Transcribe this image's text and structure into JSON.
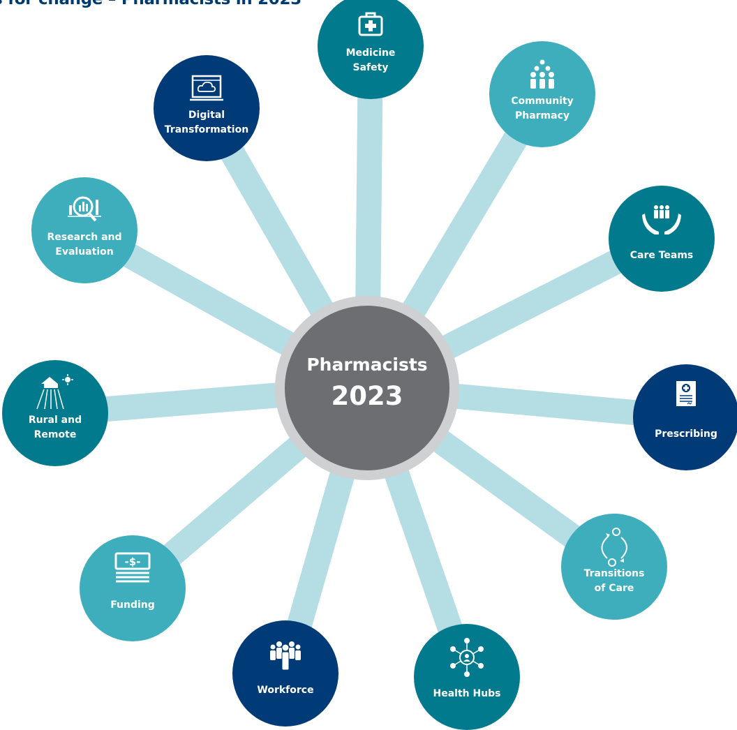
{
  "title": "s for change – Pharmacists in 2023",
  "center": {
    "title": "Pharmacists",
    "year": "2023"
  },
  "colors": {
    "spoke": "#b5dde4",
    "center_fill": "#6d6e71",
    "center_ring": "#cfd0d2",
    "dark_blue": "#003b78",
    "teal": "#007a8c",
    "light_teal": "#3eaebd"
  },
  "nodes": [
    {
      "id": "medicine-safety",
      "lines": [
        "Medicine",
        "Safety"
      ],
      "icon": "first-aid-kit-icon",
      "color": "teal"
    },
    {
      "id": "community-pharmacy",
      "lines": [
        "Community",
        "Pharmacy"
      ],
      "icon": "people-group-icon",
      "color": "light_teal"
    },
    {
      "id": "care-teams",
      "lines": [
        "Care Teams"
      ],
      "icon": "hands-family-icon",
      "color": "teal"
    },
    {
      "id": "prescribing",
      "lines": [
        "Prescribing"
      ],
      "icon": "prescription-icon",
      "color": "dark_blue"
    },
    {
      "id": "transitions-of-care",
      "lines": [
        "Transitions",
        "of Care"
      ],
      "icon": "cycle-arrows-icon",
      "color": "light_teal"
    },
    {
      "id": "health-hubs",
      "lines": [
        "Health Hubs"
      ],
      "icon": "network-hub-icon",
      "color": "teal"
    },
    {
      "id": "workforce",
      "lines": [
        "Workforce"
      ],
      "icon": "crowd-icon",
      "color": "dark_blue"
    },
    {
      "id": "funding",
      "lines": [
        "Funding"
      ],
      "icon": "money-stack-icon",
      "color": "light_teal"
    },
    {
      "id": "rural-and-remote",
      "lines": [
        "Rural and",
        "Remote"
      ],
      "icon": "rural-road-icon",
      "color": "teal"
    },
    {
      "id": "research-and-evaluation",
      "lines": [
        "Research and",
        "Evaluation"
      ],
      "icon": "magnifier-chart-icon",
      "color": "light_teal"
    },
    {
      "id": "digital-transformation",
      "lines": [
        "Digital",
        "Transformation"
      ],
      "icon": "cloud-laptop-icon",
      "color": "dark_blue"
    }
  ]
}
